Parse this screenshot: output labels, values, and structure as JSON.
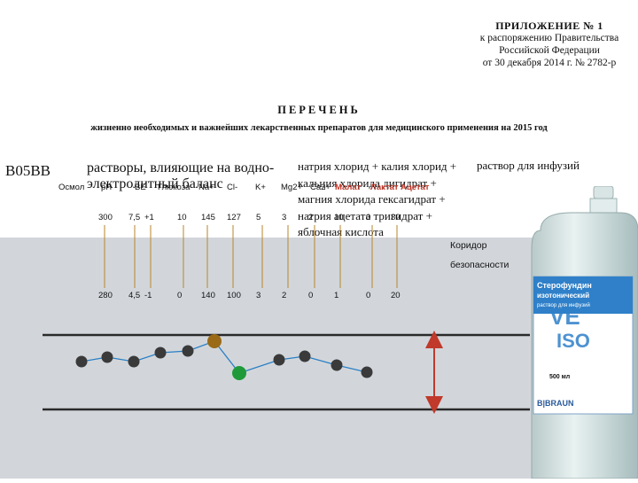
{
  "appendix": {
    "line1": "ПРИЛОЖЕНИЕ № 1",
    "line2": "к распоряжению Правительства",
    "line3": "Российской Федерации",
    "line4": "от 30 декабря 2014 г. № 2782-р"
  },
  "heading": "ПЕРЕЧЕНЬ",
  "subheading": "жизненно необходимых и важнейших лекарственных препаратов для медицинского применения на 2015 год",
  "table_row": {
    "code": "B05BB",
    "group": "растворы, влияющие на водно-электролитный баланс",
    "drugs": "натрия хлорид + калия хлорид + кальция хлорида дигидрат + магния хлорида гексагидрат + натрия ацетата тригидрат + яблочная кислота",
    "form": "раствор для инфузий"
  },
  "parameters": [
    {
      "label": "Осмол",
      "upper": "300",
      "lower": "280"
    },
    {
      "label": "pH",
      "upper": "7,5",
      "lower": "4,5"
    },
    {
      "label": "BE",
      "upper": "+1",
      "lower": "-1"
    },
    {
      "label": "Глюкоза",
      "upper": "10",
      "lower": "0"
    },
    {
      "label": "Na+",
      "upper": "145",
      "lower": "140"
    },
    {
      "label": "Cl-",
      "upper": "127",
      "lower": "100"
    },
    {
      "label": "K+",
      "upper": "5",
      "lower": "3"
    },
    {
      "label": "Mg2+",
      "upper": "3",
      "lower": "2"
    },
    {
      "label": "Ca2+",
      "upper": "2",
      "lower": "0"
    },
    {
      "label": "Малат",
      "upper": "10",
      "lower": "1"
    },
    {
      "label": "Лактат",
      "upper": "0",
      "lower": "0"
    },
    {
      "label": "Ацетат",
      "upper": "30",
      "lower": "20"
    }
  ],
  "corridor": {
    "line1": "Коридор",
    "line2": "безопасности"
  },
  "colors": {
    "band": "#d2d6db",
    "point_default": "#3a3a3a",
    "point_high": "#9a6a16",
    "point_low": "#1e9a3a",
    "arrow": "#c0392b",
    "highlight_text": "#c0392b"
  },
  "bottle": {
    "brand_name": "Стерофундин",
    "brand_sub": "изотонический",
    "description": "раствор для инфузий",
    "volume": "500 мл",
    "manufacturer": "B|BRAUN",
    "overlay_1": "VE",
    "overlay_2": "ISO"
  }
}
